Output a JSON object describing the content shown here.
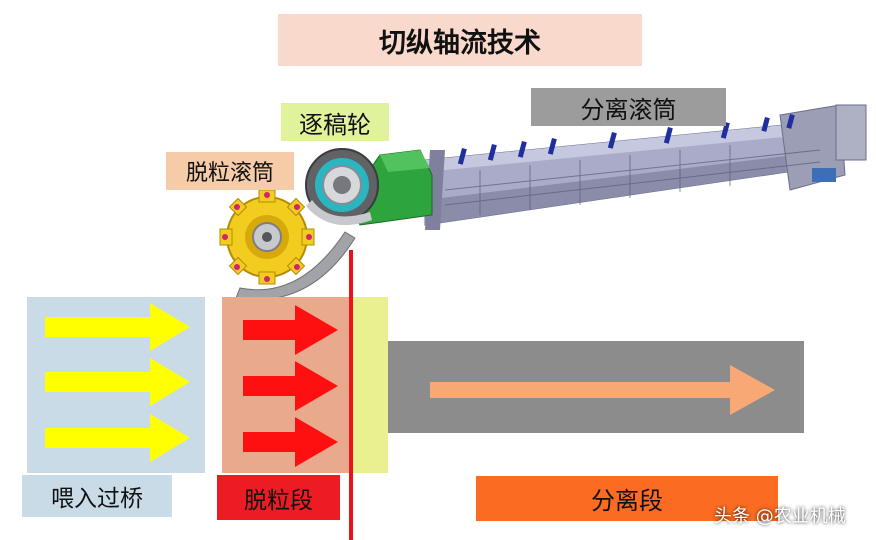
{
  "title": "切纵轴流技术",
  "components": {
    "separator_drum": "分离滚筒",
    "beater": "逐稿轮",
    "threshing_drum": "脱粒滚筒"
  },
  "sections": {
    "feed": "喂入过桥",
    "threshing": "脱粒段",
    "separation": "分离段"
  },
  "watermark": "头条 @农业机械",
  "colors": {
    "title_bg": "#f9d9cc",
    "separator_label_bg": "#9c9c9c",
    "beater_label_bg": "#e1f29c",
    "threshing_drum_label_bg": "#f5cca7",
    "feed_block": "#c9dbe7",
    "threshing_block": "#e9a98d",
    "beater_strip": "#e8f08f",
    "separation_block": "#8c8c8c",
    "feed_arrow": "#ffff00",
    "threshing_arrow": "#ff1010",
    "separation_arrow": "#f7a875",
    "divider_line": "#e8131b",
    "threshing_label_bg": "#ec1c22",
    "separation_label_bg": "#fb6b21"
  }
}
